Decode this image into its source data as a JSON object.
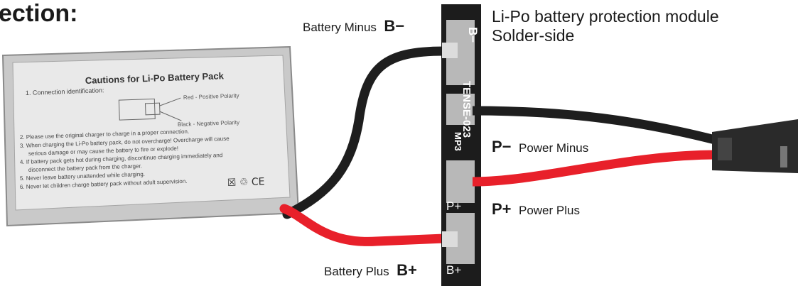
{
  "heading": "ection:",
  "module_title": {
    "line1": "Li-Po battery protection module",
    "line2": "Solder-side"
  },
  "labels": {
    "battery_minus": {
      "text": "Battery Minus",
      "sym": "B−"
    },
    "battery_plus": {
      "text": "Battery Plus",
      "sym": "B+"
    },
    "power_minus": {
      "text": "Power Minus",
      "sym": "P−"
    },
    "power_plus": {
      "text": "Power Plus",
      "sym": "P+"
    }
  },
  "board": {
    "pad_b_minus": "B−",
    "pad_p_plus": "P+",
    "pad_b_plus": "B+",
    "silk_1": "TENSE-023",
    "silk_2": "MP3"
  },
  "battery_label": {
    "title": "Cautions for Li-Po Battery Pack",
    "line1": "1. Connection identification:",
    "red": "Red - Positive Polarity",
    "black": "Black - Negative Polarity",
    "rule2": "2. Please use the original charger to charge in a proper connection.",
    "rule3": "3. When charging the Li-Po battery pack, do not overcharge! Overcharge will cause",
    "rule3b": "serious damage or may cause the battery to fire or explode!",
    "rule4": "4. If battery pack gets hot during charging, discontinue charging immediately and",
    "rule4b": "disconnect the battery pack from the charger.",
    "rule5": "5. Never leave battery unattended while charging.",
    "rule6": "6. Never let children charge battery pack without adult supervision.",
    "marks": "☒ ♲ CE"
  },
  "colors": {
    "wire_red": "#e8202a",
    "wire_black": "#1e1e1e",
    "board": "#1c1c1c",
    "pad": "#b8b8b8"
  }
}
